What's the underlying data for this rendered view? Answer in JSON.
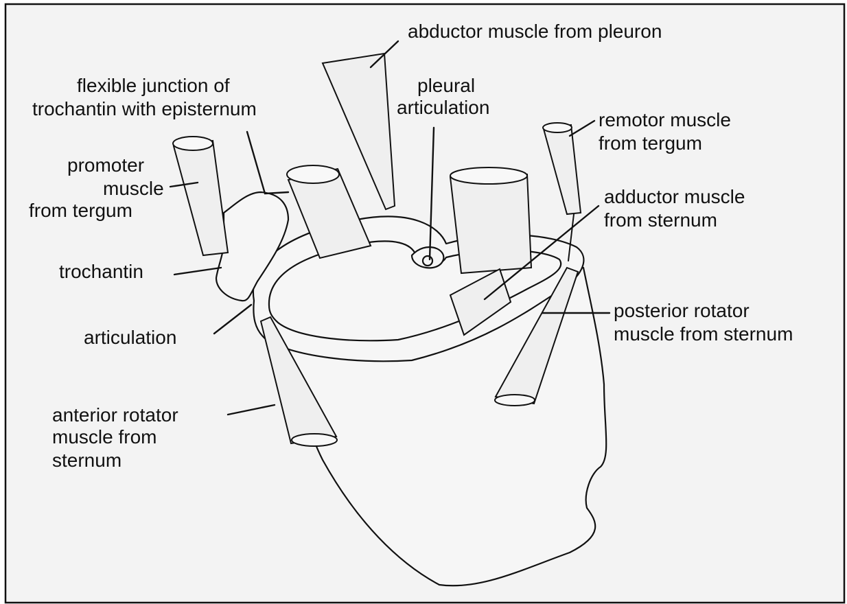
{
  "labels": {
    "abductor_pleuron": "abductor muscle from pleuron",
    "flexible_junction_1": "flexible junction of",
    "flexible_junction_2": "trochantin with episternum",
    "pleural_articulation_1": "pleural",
    "pleural_articulation_2": "articulation",
    "remotor_1": "remotor muscle",
    "remotor_2": "from tergum",
    "promoter_1": "promoter",
    "promoter_2": "muscle",
    "promoter_3": "from tergum",
    "adductor_1": "adductor muscle",
    "adductor_2": "from sternum",
    "trochantin": "trochantin",
    "articulation": "articulation",
    "posterior_rotator_1": "posterior rotator",
    "posterior_rotator_2": "muscle from sternum",
    "anterior_rotator_1": "anterior rotator",
    "anterior_rotator_2": "muscle from",
    "anterior_rotator_3": "sternum"
  },
  "colors": {
    "ink": "#111111",
    "background": "#f3f3f3"
  }
}
